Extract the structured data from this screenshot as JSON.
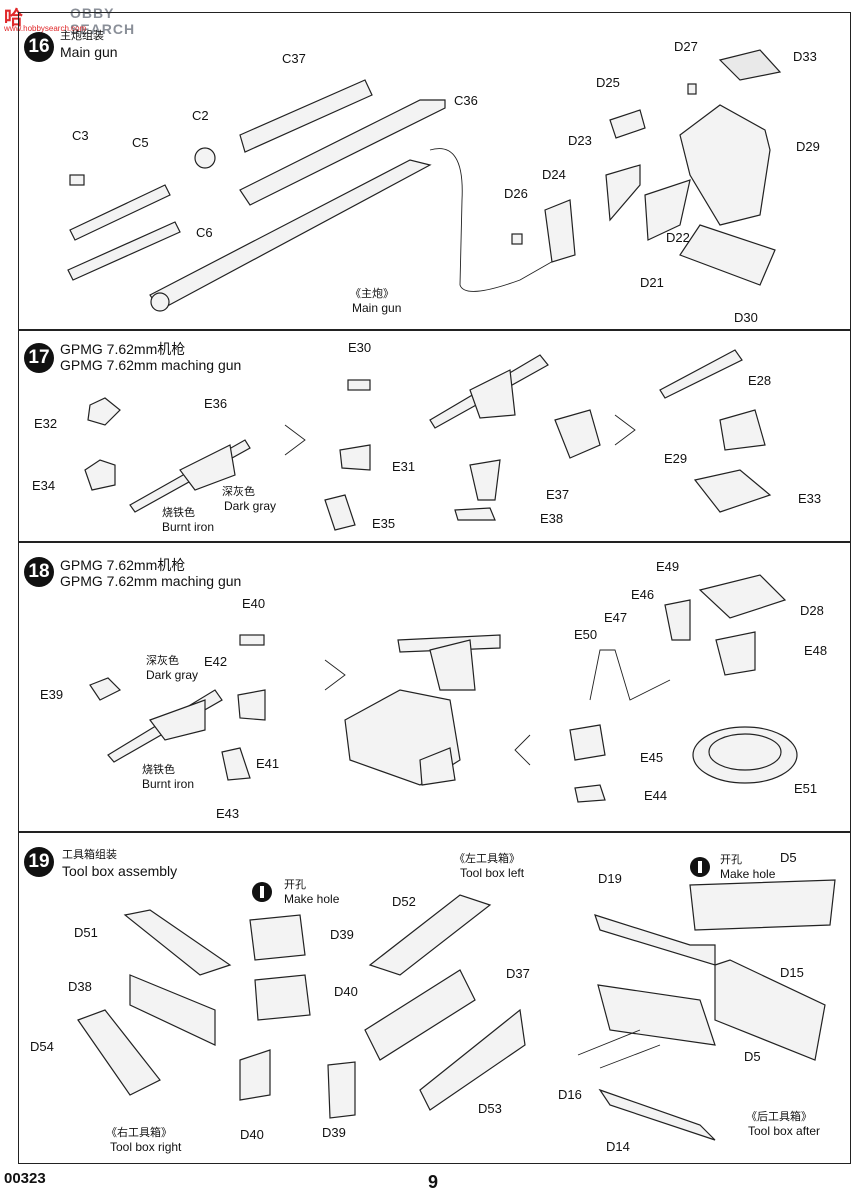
{
  "watermark": {
    "main": "哈",
    "site": "OBBY SEARCH",
    "url": "www.hobbysearch.com"
  },
  "footer": {
    "code": "00323",
    "page": "9"
  },
  "step16": {
    "num": "16",
    "title_cn": "主炮组装",
    "title_en": "Main gun",
    "labels": [
      "C37",
      "C36",
      "C2",
      "C3",
      "C5",
      "C6",
      "D27",
      "D33",
      "D25",
      "D23",
      "D29",
      "D24",
      "D26",
      "D22",
      "D21",
      "D30"
    ],
    "caption_cn": "《主炮》",
    "caption_en": "Main gun"
  },
  "step17": {
    "num": "17",
    "title_cn": "GPMG 7.62mm机枪",
    "title_en": "GPMG 7.62mm maching gun",
    "labels": [
      "E30",
      "E36",
      "E32",
      "E31",
      "E34",
      "E35",
      "E28",
      "E29",
      "E37",
      "E38",
      "E33"
    ],
    "note1_cn": "深灰色",
    "note1_en": "Dark gray",
    "note2_cn": "烧铁色",
    "note2_en": "Burnt iron"
  },
  "step18": {
    "num": "18",
    "title_cn": "GPMG 7.62mm机枪",
    "title_en": "GPMG 7.62mm maching gun",
    "labels": [
      "E40",
      "E42",
      "E39",
      "E41",
      "E43",
      "E49",
      "E46",
      "E47",
      "E50",
      "D28",
      "E48",
      "E45",
      "E44",
      "E51"
    ],
    "note1_cn": "深灰色",
    "note1_en": "Dark gray",
    "note2_cn": "烧铁色",
    "note2_en": "Burnt iron"
  },
  "step19": {
    "num": "19",
    "title_cn": "工具箱组装",
    "title_en": "Tool box assembly",
    "labels": [
      "D51",
      "D38",
      "D54",
      "D40",
      "D39",
      "D52",
      "D37",
      "D53",
      "D19",
      "D5",
      "D15",
      "D16",
      "D14"
    ],
    "hole_cn": "开孔",
    "hole_en": "Make hole",
    "left_cn": "《左工具箱》",
    "left_en": "Tool box left",
    "right_cn": "《右工具箱》",
    "right_en": "Tool box right",
    "after_cn": "《后工具箱》",
    "after_en": "Tool box after"
  }
}
